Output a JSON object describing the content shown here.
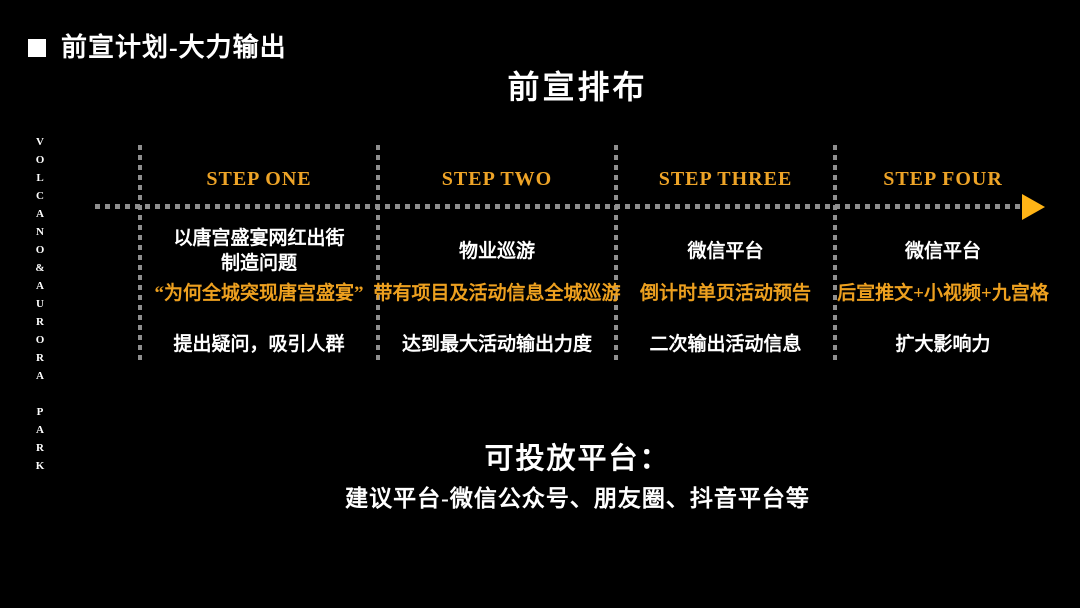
{
  "slide": {
    "title": "前宣计划-大力输出",
    "heading": "前宣排布",
    "brand_vertical": "VOLCANO&AURORA PARK"
  },
  "colors": {
    "background": "#000000",
    "text": "#ffffff",
    "gold_label": "#eea427",
    "gold_highlight": "#eda01f",
    "arrow": "#ffb416",
    "dotted_line": "#8f8f8f"
  },
  "timeline": {
    "arrow_icon": "right-arrow",
    "steps": [
      {
        "label": "STEP ONE",
        "phase1": "以唐宫盛宴网红出街\n制造问题",
        "highlight": "“为何全城突现唐宫盛宴”",
        "phase2": "提出疑问，吸引人群"
      },
      {
        "label": "STEP TWO",
        "phase1": "物业巡游",
        "highlight": "带有项目及活动信息全城巡游",
        "phase2": "达到最大活动输出力度"
      },
      {
        "label": "STEP THREE",
        "phase1": "微信平台",
        "highlight": "倒计时单页活动预告",
        "phase2": "二次输出活动信息"
      },
      {
        "label": "STEP FOUR",
        "phase1": "微信平台",
        "highlight": "后宣推文+小视频+九宫格",
        "phase2": "扩大影响力"
      }
    ]
  },
  "footer": {
    "title": "可投放平台：",
    "detail": "建议平台-微信公众号、朋友圈、抖音平台等"
  }
}
